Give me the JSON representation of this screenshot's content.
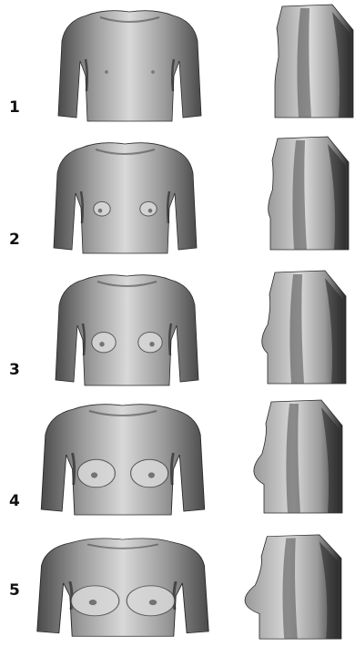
{
  "stages": [
    {
      "label": "1",
      "breast_level": 0.0
    },
    {
      "label": "2",
      "breast_level": 0.2
    },
    {
      "label": "3",
      "breast_level": 0.45
    },
    {
      "label": "4",
      "breast_level": 0.75
    },
    {
      "label": "5",
      "breast_level": 1.0
    }
  ],
  "colors": {
    "skin_light": "#d9d9d9",
    "skin_mid": "#9a9a9a",
    "skin_dark": "#4a4a4a",
    "shadow": "#2a2a2a",
    "label": "#111111"
  }
}
